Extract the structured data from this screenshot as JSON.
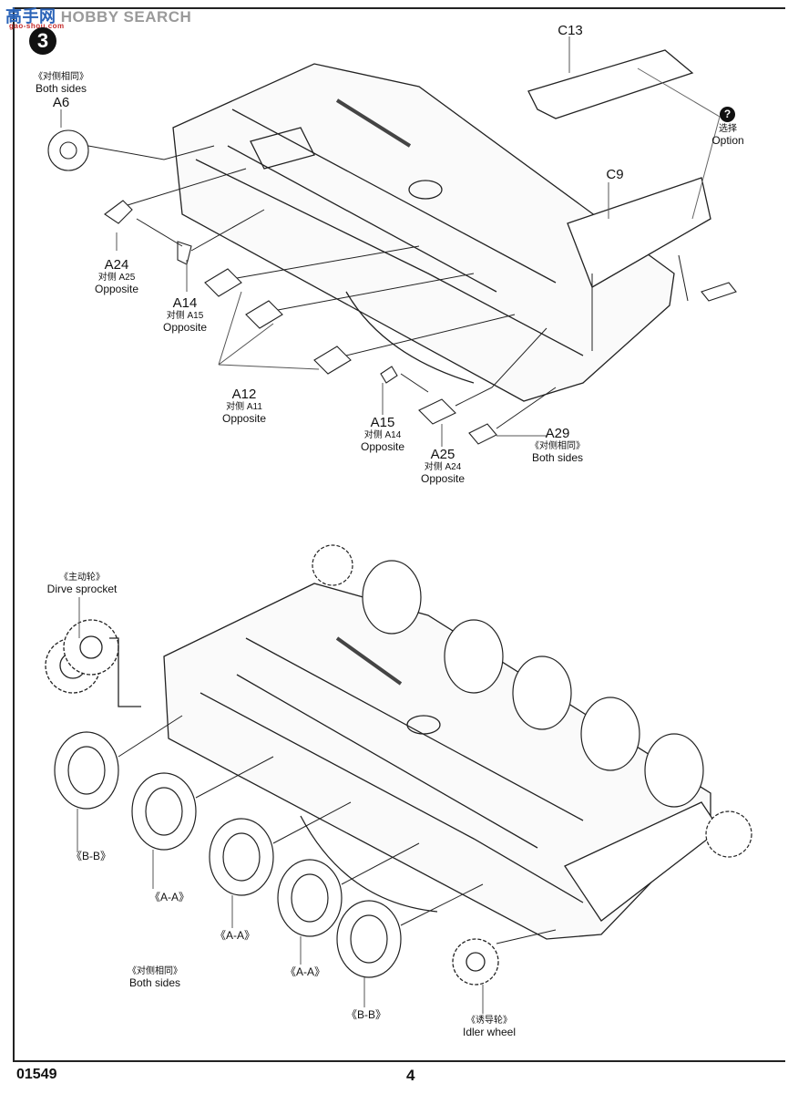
{
  "watermark": {
    "cn": "高手网",
    "en": "HOBBY SEARCH",
    "sub": "gao-shou.com"
  },
  "step_number": "3",
  "upper_diagram": {
    "parts": [
      {
        "id": "A6",
        "note_cn": "《对侧相同》",
        "note_en": "Both sides"
      },
      {
        "id": "A24",
        "note_cn": "对侧 A25",
        "note_en": "Opposite"
      },
      {
        "id": "A14",
        "note_cn": "对侧 A15",
        "note_en": "Opposite"
      },
      {
        "id": "A12",
        "note_cn": "对侧 A11",
        "note_en": "Opposite"
      },
      {
        "id": "A15",
        "note_cn": "对侧 A14",
        "note_en": "Opposite"
      },
      {
        "id": "A25",
        "note_cn": "对侧 A24",
        "note_en": "Opposite"
      },
      {
        "id": "A29",
        "note_cn": "《对侧相同》",
        "note_en": "Both sides"
      },
      {
        "id": "C13"
      },
      {
        "id": "C9"
      }
    ],
    "option": {
      "symbol": "?",
      "cn": "选择",
      "en": "Option"
    }
  },
  "lower_diagram": {
    "drive_sprocket": {
      "cn": "《主动轮》",
      "en": "Dirve sprocket"
    },
    "idler_wheel": {
      "cn": "《诱导轮》",
      "en": "Idler wheel"
    },
    "wheels": [
      "《B-B》",
      "《A-A》",
      "《A-A》",
      "《A-A》",
      "《B-B》"
    ],
    "both_sides": {
      "cn": "《对侧相同》",
      "en": "Both sides"
    }
  },
  "footer": {
    "kit_code": "01549",
    "page_number": "4"
  }
}
